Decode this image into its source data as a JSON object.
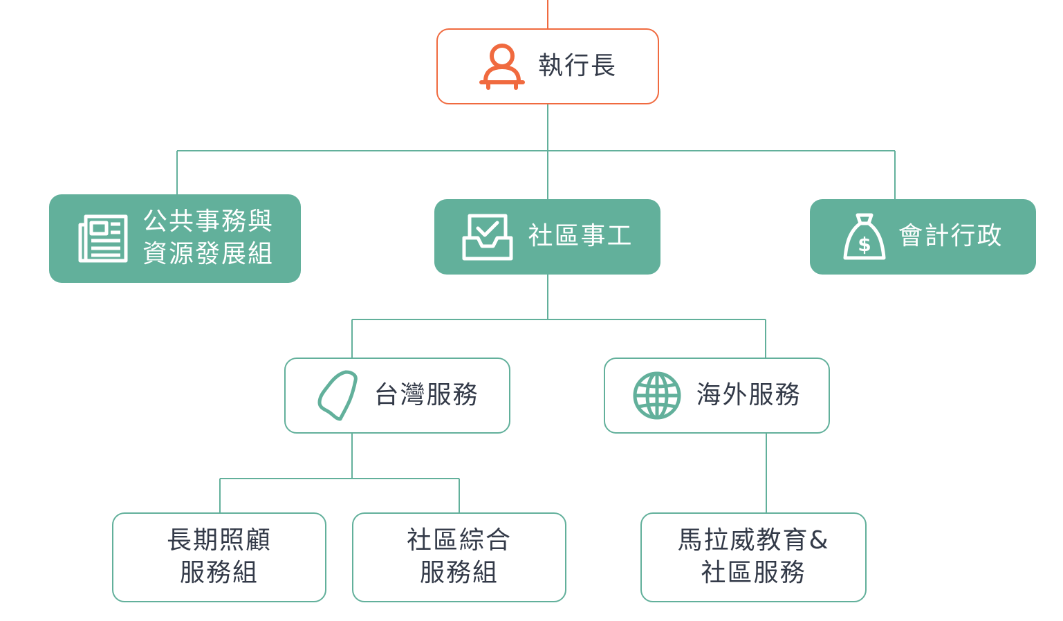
{
  "colors": {
    "accent": "#62b09b",
    "ceo": "#f06a3f",
    "text": "#333a48"
  },
  "ceo": {
    "label": "執行長",
    "icon": "person-icon"
  },
  "level2": {
    "public_affairs": {
      "line1": "公共事務與",
      "line2": "資源發展組",
      "icon": "newspaper-icon"
    },
    "social_work": {
      "label": "社區事工",
      "icon": "inbox-check-icon"
    },
    "accounting": {
      "label": "會計行政",
      "icon": "money-bag-icon"
    }
  },
  "level3": {
    "taiwan": {
      "label": "台灣服務",
      "icon": "taiwan-map-icon"
    },
    "overseas": {
      "label": "海外服務",
      "icon": "globe-icon"
    }
  },
  "level4": {
    "long_term_care": {
      "line1": "長期照顧",
      "line2": "服務組"
    },
    "community": {
      "line1": "社區綜合",
      "line2": "服務組"
    },
    "malawi": {
      "line1": "馬拉威教育&",
      "line2": "社區服務"
    }
  }
}
